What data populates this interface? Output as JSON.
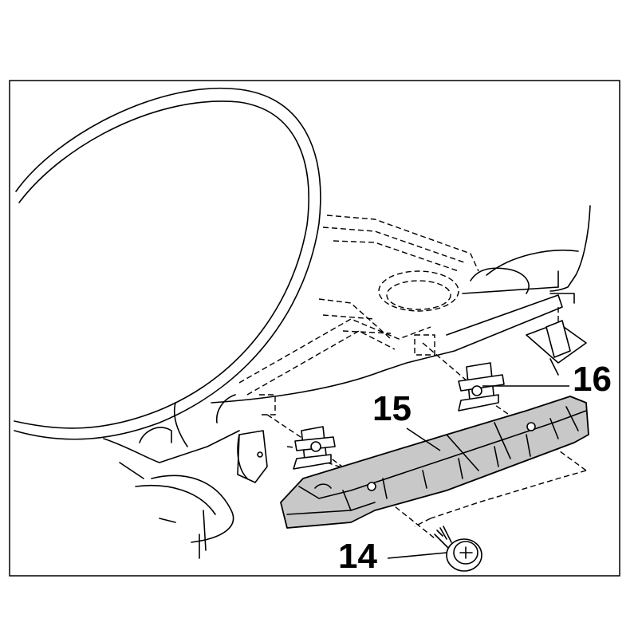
{
  "callouts": [
    {
      "id": "screw",
      "label": "14"
    },
    {
      "id": "bumper-retainer",
      "label": "15"
    },
    {
      "id": "clip",
      "label": "16"
    }
  ]
}
